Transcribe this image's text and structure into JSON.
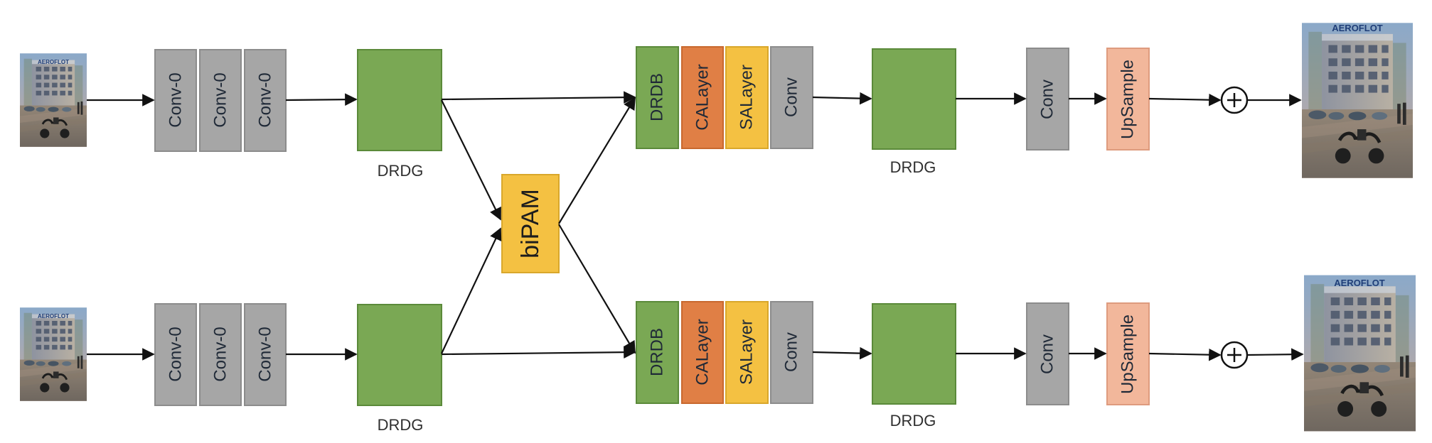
{
  "labels": {
    "conv0": "Conv-0",
    "drdg": "DRDG",
    "bipam": "biPAM",
    "drdb": "DRDB",
    "calayer": "CALayer",
    "salayer": "SALayer",
    "conv": "Conv",
    "upsample": "UpSample"
  },
  "thumbnails": {
    "input_sign_text": "AEROFLOT",
    "output_sign_text": "AEROFLOT"
  },
  "colors": {
    "gray_box": "#a6a6a6",
    "gray_stroke": "#8c8c8c",
    "green_box": "#7aa854",
    "green_stroke": "#5b8a3a",
    "yellow_box": "#f4c142",
    "yellow_stroke": "#d9a72b",
    "orange_box": "#e07f45",
    "orange_stroke": "#c8682e",
    "salmon_box": "#f2b79b",
    "salmon_stroke": "#de9b7e",
    "arrow": "#111111"
  }
}
